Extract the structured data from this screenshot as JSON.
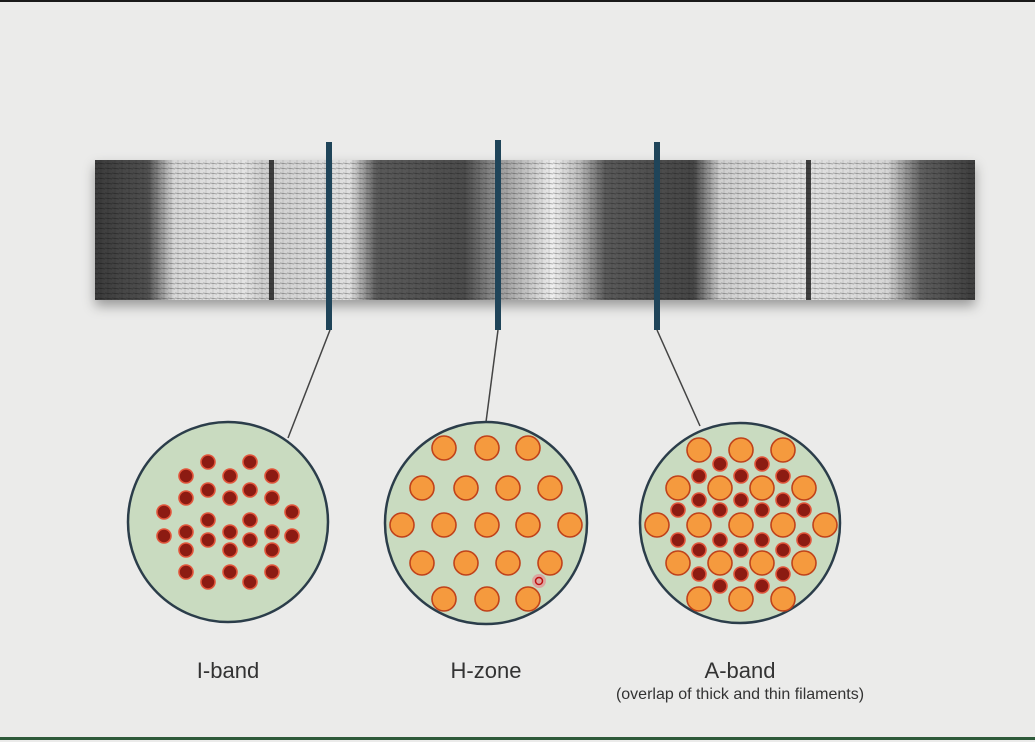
{
  "regions": [
    {
      "id": "i-band",
      "label": "I-band",
      "subtitle": "",
      "filaments": "thin only"
    },
    {
      "id": "h-zone",
      "label": "H-zone",
      "subtitle": "",
      "filaments": "thick only"
    },
    {
      "id": "a-band",
      "label": "A-band",
      "subtitle": "(overlap of thick and thin filaments)",
      "filaments": "thick and thin"
    }
  ],
  "colors": {
    "background": "#ebebea",
    "circle_fill": "#c9dbc0",
    "circle_stroke": "#2b3d4a",
    "thick_filament": "#f59a3e",
    "thin_filament": "#8c1b12",
    "marker_line": "#1f4459"
  }
}
